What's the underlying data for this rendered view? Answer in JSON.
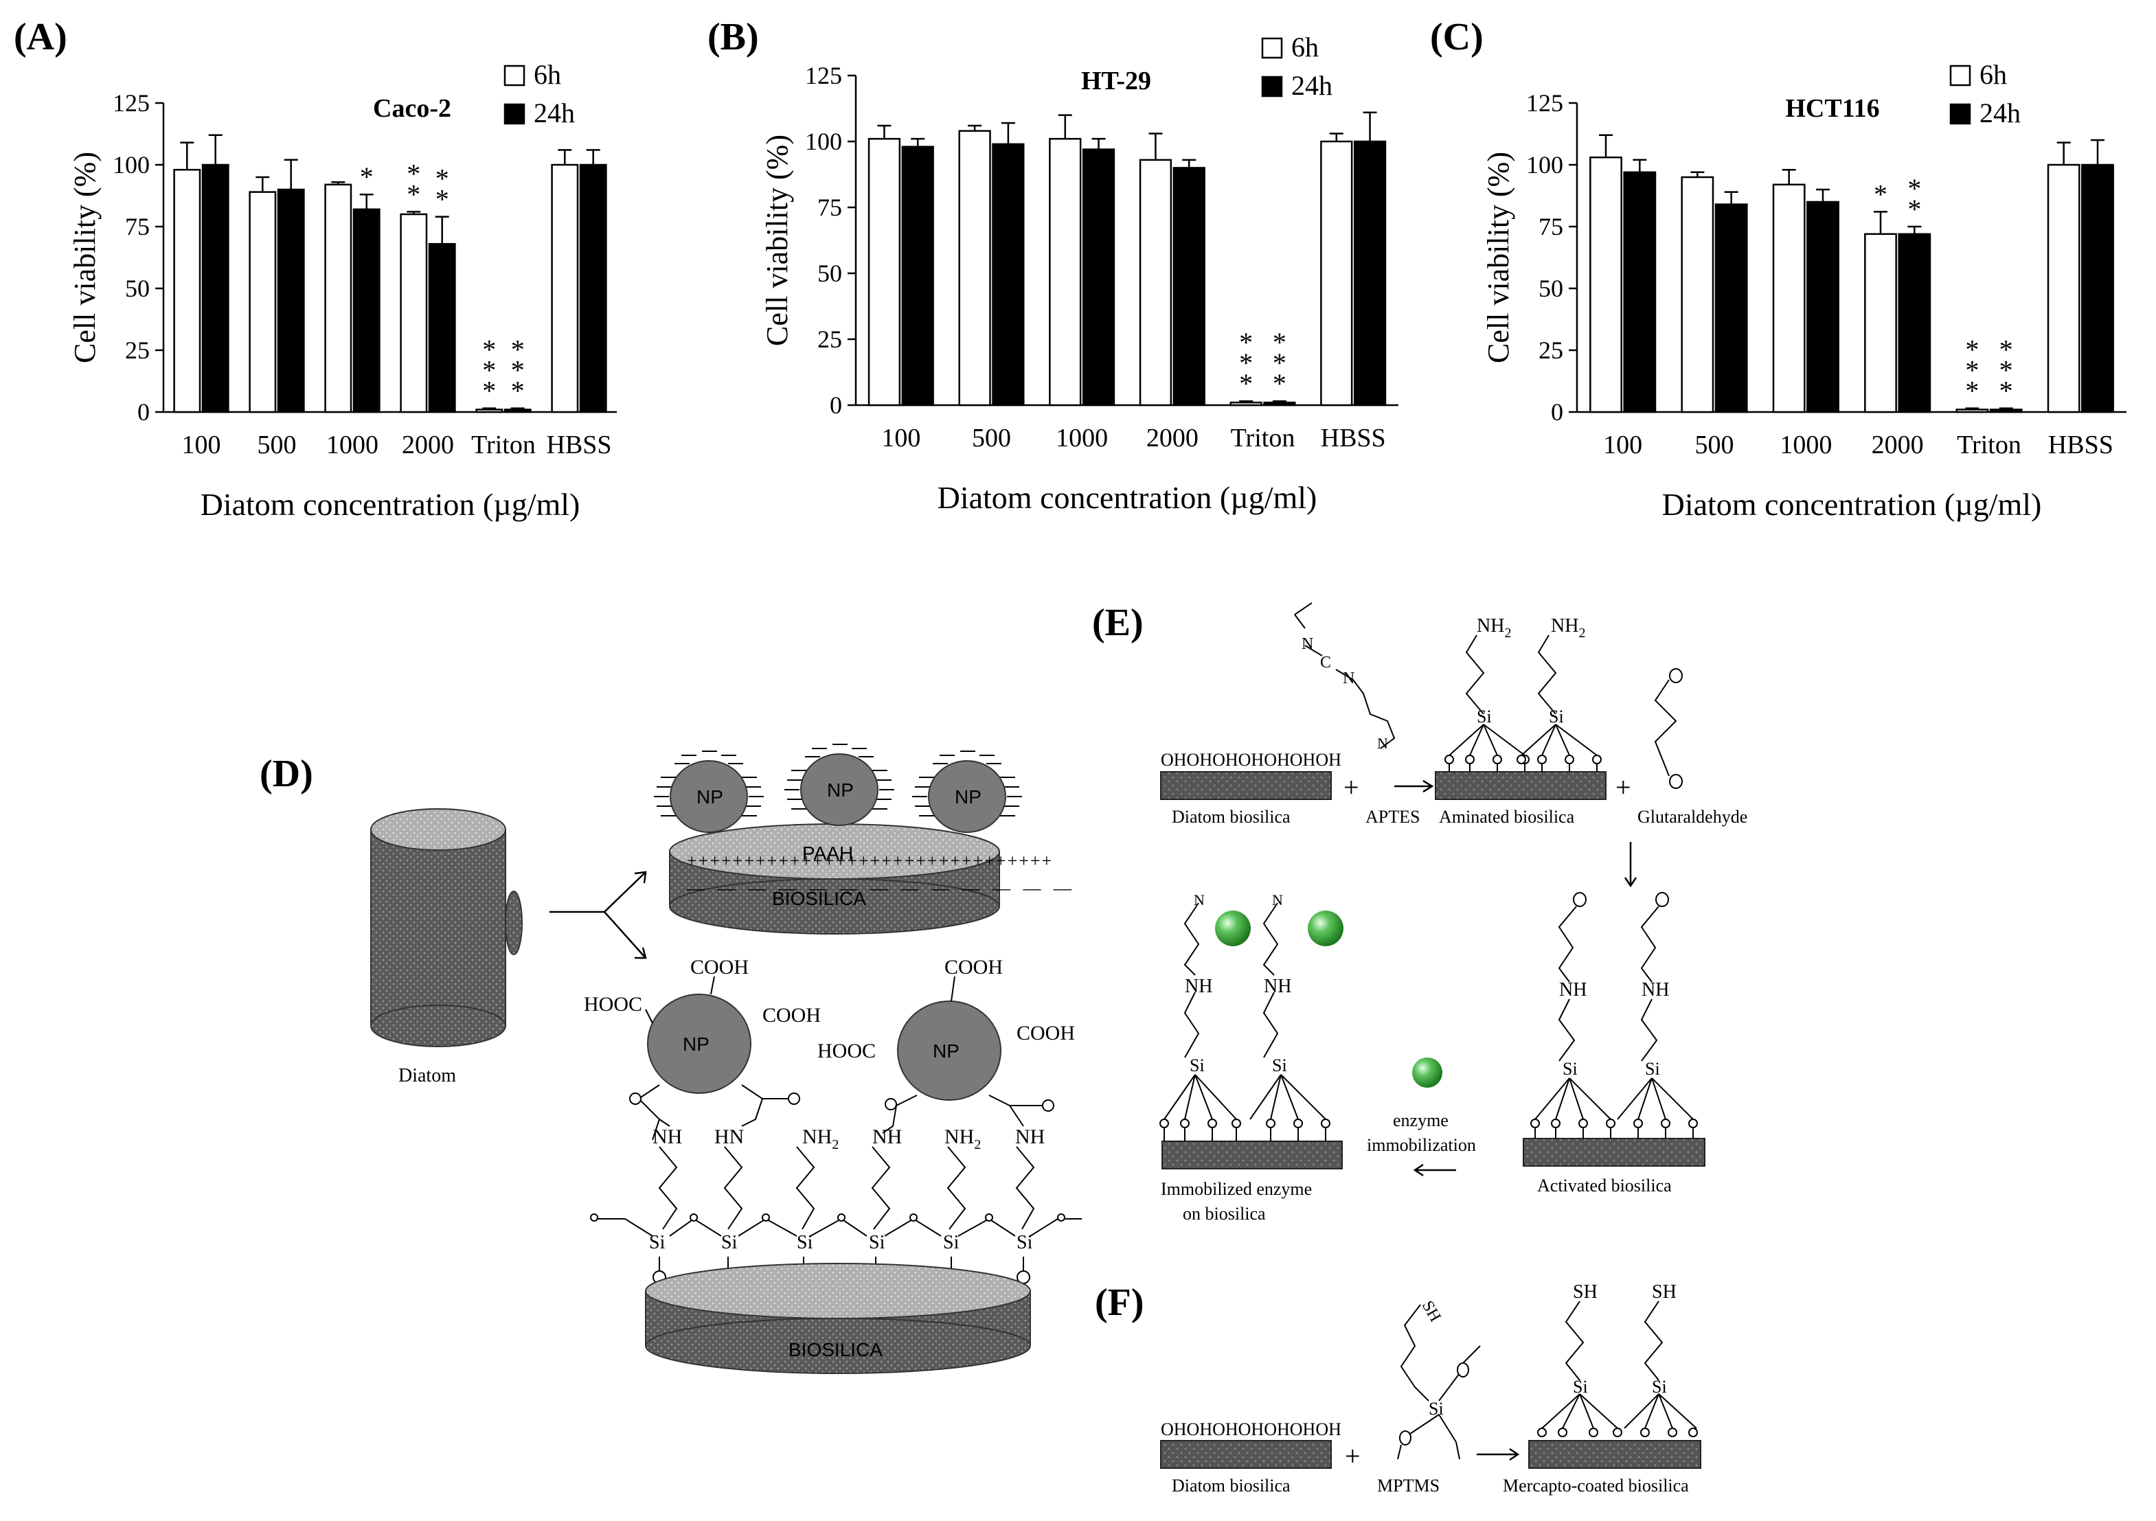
{
  "colors": {
    "bar_6h": "#ffffff",
    "bar_24h": "#000000",
    "axis": "#000000",
    "particle": "#7a7a7a",
    "platform": "#5a5a5a",
    "enzyme": "#3aa83a"
  },
  "chart_data": [
    {
      "type": "bar",
      "panel": "(A)",
      "title": "Caco-2",
      "xlabel": "Diatom concentration (µg/ml)",
      "ylabel": "Cell viability (%)",
      "ylim": [
        0,
        125
      ],
      "yticks": [
        "0",
        "25",
        "50",
        "75",
        "100",
        "125"
      ],
      "categories": [
        "100",
        "500",
        "1000",
        "2000",
        "Triton",
        "HBSS"
      ],
      "legend_position": "top-right",
      "grid": false,
      "series": [
        {
          "name": "6h",
          "values": [
            98,
            89,
            92,
            80,
            1,
            100
          ],
          "errors": [
            11,
            6,
            1,
            1,
            0.5,
            6
          ]
        },
        {
          "name": "24h",
          "values": [
            100,
            90,
            82,
            68,
            1,
            100
          ],
          "errors": [
            12,
            12,
            6,
            11,
            0.5,
            6
          ]
        }
      ],
      "annotations": [
        {
          "category": 2,
          "series": 1,
          "text": "*",
          "count": 1
        },
        {
          "category": 3,
          "series": 0,
          "text": "*",
          "count": 2
        },
        {
          "category": 3,
          "series": 1,
          "text": "*",
          "count": 2
        },
        {
          "category": 4,
          "series": 0,
          "text": "*",
          "count": 3
        },
        {
          "category": 4,
          "series": 1,
          "text": "*",
          "count": 3
        }
      ]
    },
    {
      "type": "bar",
      "panel": "(B)",
      "title": "HT-29",
      "xlabel": "Diatom concentration (µg/ml)",
      "ylabel": "Cell viability (%)",
      "ylim": [
        0,
        125
      ],
      "yticks": [
        "0",
        "25",
        "50",
        "75",
        "100",
        "125"
      ],
      "categories": [
        "100",
        "500",
        "1000",
        "2000",
        "Triton",
        "HBSS"
      ],
      "legend_position": "top-right",
      "grid": false,
      "series": [
        {
          "name": "6h",
          "values": [
            101,
            104,
            101,
            93,
            1,
            100
          ],
          "errors": [
            5,
            2,
            9,
            10,
            0.5,
            3
          ]
        },
        {
          "name": "24h",
          "values": [
            98,
            99,
            97,
            90,
            1,
            100
          ],
          "errors": [
            3,
            8,
            4,
            3,
            0.5,
            11
          ]
        }
      ],
      "annotations": [
        {
          "category": 4,
          "series": 0,
          "text": "*",
          "count": 3
        },
        {
          "category": 4,
          "series": 1,
          "text": "*",
          "count": 3
        }
      ]
    },
    {
      "type": "bar",
      "panel": "(C)",
      "title": "HCT116",
      "xlabel": "Diatom concentration (µg/ml)",
      "ylabel": "Cell viability (%)",
      "ylim": [
        0,
        125
      ],
      "yticks": [
        "0",
        "25",
        "50",
        "75",
        "100",
        "125"
      ],
      "categories": [
        "100",
        "500",
        "1000",
        "2000",
        "Triton",
        "HBSS"
      ],
      "legend_position": "top-right",
      "grid": false,
      "series": [
        {
          "name": "6h",
          "values": [
            103,
            95,
            92,
            72,
            1,
            100
          ],
          "errors": [
            9,
            2,
            6,
            9,
            0.5,
            9
          ]
        },
        {
          "name": "24h",
          "values": [
            97,
            84,
            85,
            72,
            1,
            100
          ],
          "errors": [
            5,
            5,
            5,
            3,
            0.5,
            10
          ]
        }
      ],
      "annotations": [
        {
          "category": 3,
          "series": 0,
          "text": "*",
          "count": 1
        },
        {
          "category": 3,
          "series": 1,
          "text": "*",
          "count": 2
        },
        {
          "category": 4,
          "series": 0,
          "text": "*",
          "count": 3
        },
        {
          "category": 4,
          "series": 1,
          "text": "*",
          "count": 3
        }
      ]
    }
  ],
  "diagram": {
    "D": {
      "panel_label": "(D)",
      "diatom_label": "Diatom",
      "np_label": "NP",
      "paah_label": "PAAH",
      "biosilica_label": "BIOSILICA",
      "cooh": "COOH",
      "hooc": "HOOC",
      "nh": "NH",
      "hn": "HN",
      "nh2": "NH",
      "sub2": "2",
      "si": "Si"
    },
    "E": {
      "panel_label": "(E)",
      "oh_row": "OHOHOHOHOHOHOH",
      "diatom_biosilica": "Diatom  biosilica",
      "plus": "+",
      "aptes": "APTES",
      "aminated": "Aminated  biosilica",
      "glutaraldehyde": "Glutaraldehyde",
      "activated": "Activated  biosilica",
      "enzyme_line1": "enzyme",
      "enzyme_line2": "immobilization",
      "immobilized_line1": "Immobilized  enzyme",
      "immobilized_line2": "on biosilica",
      "nh": "NH",
      "nh2": "NH",
      "sub2": "2",
      "si": "Si",
      "n": "N",
      "c": "C"
    },
    "F": {
      "panel_label": "(F)",
      "oh_row": "OHOHOHOHOHOHOH",
      "diatom_biosilica": "Diatom  biosilica",
      "plus": "+",
      "mptms": "MPTMS",
      "mercapto": "Mercapto-coated biosilica",
      "sh": "SH",
      "si": "Si"
    }
  }
}
